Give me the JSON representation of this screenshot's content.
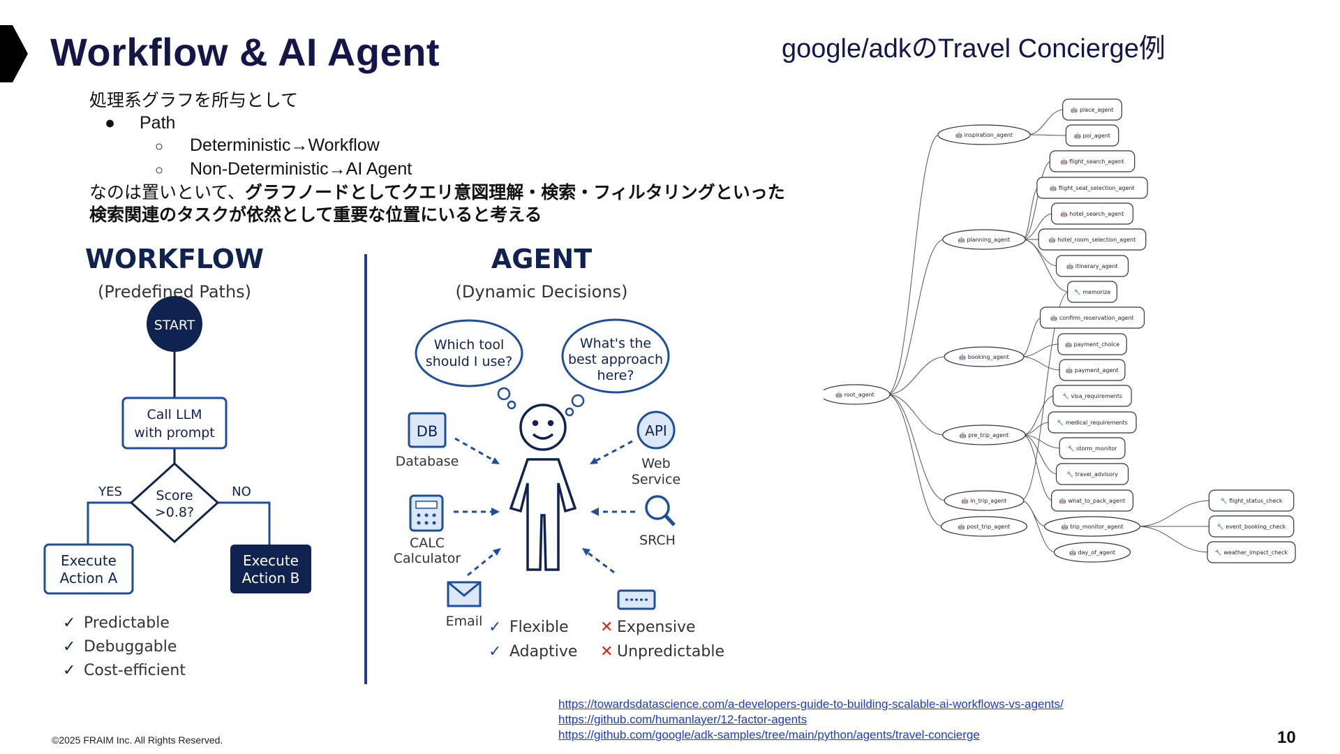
{
  "slide": {
    "title": "Workflow & AI Agent",
    "right_title": "google/adkのTravel Concierge例",
    "copyright": "©2025 FRAIM Inc. All Rights Reserved.",
    "page_number": "10",
    "accent_color": "#14164a",
    "marker_color": "#000000"
  },
  "body": {
    "intro": "処理系グラフを所与として",
    "bullet": {
      "marker": "●",
      "label": "Path"
    },
    "sub_bullets": [
      {
        "marker": "○",
        "label": "Deterministic→Workflow"
      },
      {
        "marker": "○",
        "label": "Non-Deterministic→AI Agent"
      }
    ],
    "conclusion_plain": "なのは置いといて、",
    "conclusion_bold_1": "グラフノードとしてクエリ意図理解・検索・フィルタリングといった",
    "conclusion_bold_2": "検索関連のタスクが依然として重要な位置にいると考える"
  },
  "workflow": {
    "heading": "WORKFLOW",
    "subheading": "(Predefined Paths)",
    "start": "START",
    "call_llm_1": "Call LLM",
    "call_llm_2": "with prompt",
    "score_1": "Score",
    "score_2": ">0.8?",
    "yes": "YES",
    "no": "NO",
    "action_a_1": "Execute",
    "action_a_2": "Action A",
    "action_b_1": "Execute",
    "action_b_2": "Action B",
    "pros": [
      "Predictable",
      "Debuggable",
      "Cost-efficient"
    ],
    "navy": "#0f2250"
  },
  "agent": {
    "heading": "AGENT",
    "subheading": "(Dynamic Decisions)",
    "thought_1": [
      "Which tool",
      "should I use?"
    ],
    "thought_2": [
      "What's the",
      "best approach",
      "here?"
    ],
    "db_icon": "DB",
    "db_label": "Database",
    "api_icon": "API",
    "api_label": [
      "Web",
      "Service"
    ],
    "calc_label": [
      "CALC",
      "Calculator"
    ],
    "srch_label": "SRCH",
    "email_label": "Email",
    "pros": [
      "Flexible",
      "Adaptive"
    ],
    "cons": [
      "Expensive",
      "Unpredictable"
    ],
    "con_color": "#e02020",
    "check_glyph": "✓",
    "cross_glyph": "✕"
  },
  "tree": {
    "nodes": {
      "root": "root_agent",
      "inspiration": "inspiration_agent",
      "planning": "planning_agent",
      "booking": "booking_agent",
      "pre_trip": "pre_trip_agent",
      "in_trip": "in_trip_agent",
      "post_trip": "post_trip_agent",
      "place": "place_agent",
      "poi": "poi_agent",
      "flight_search": "flight_search_agent",
      "flight_seat": "flight_seat_selection_agent",
      "hotel_search": "hotel_search_agent",
      "hotel_room": "hotel_room_selection_agent",
      "itinerary": "itinerary_agent",
      "memorize": "memorize",
      "confirm": "confirm_reservation_agent",
      "payment_choice": "payment_choice",
      "payment_agent": "payment_agent",
      "visa": "visa_requirements",
      "medical": "medical_requirements",
      "storm": "storm_monitor",
      "advisory": "travel_advisory",
      "pack": "what_to_pack_agent",
      "trip_monitor": "trip_monitor_agent",
      "day_of": "day_of_agent",
      "flight_status": "flight_status_check",
      "event_booking": "event_booking_check",
      "weather": "weather_impact_check"
    },
    "agent_icon": "🤖",
    "tool_icon": "🔧"
  },
  "links": [
    "https://towardsdatascience.com/a-developers-guide-to-building-scalable-ai-workflows-vs-agents/",
    "https://github.com/humanlayer/12-factor-agents",
    "https://github.com/google/adk-samples/tree/main/python/agents/travel-concierge"
  ]
}
